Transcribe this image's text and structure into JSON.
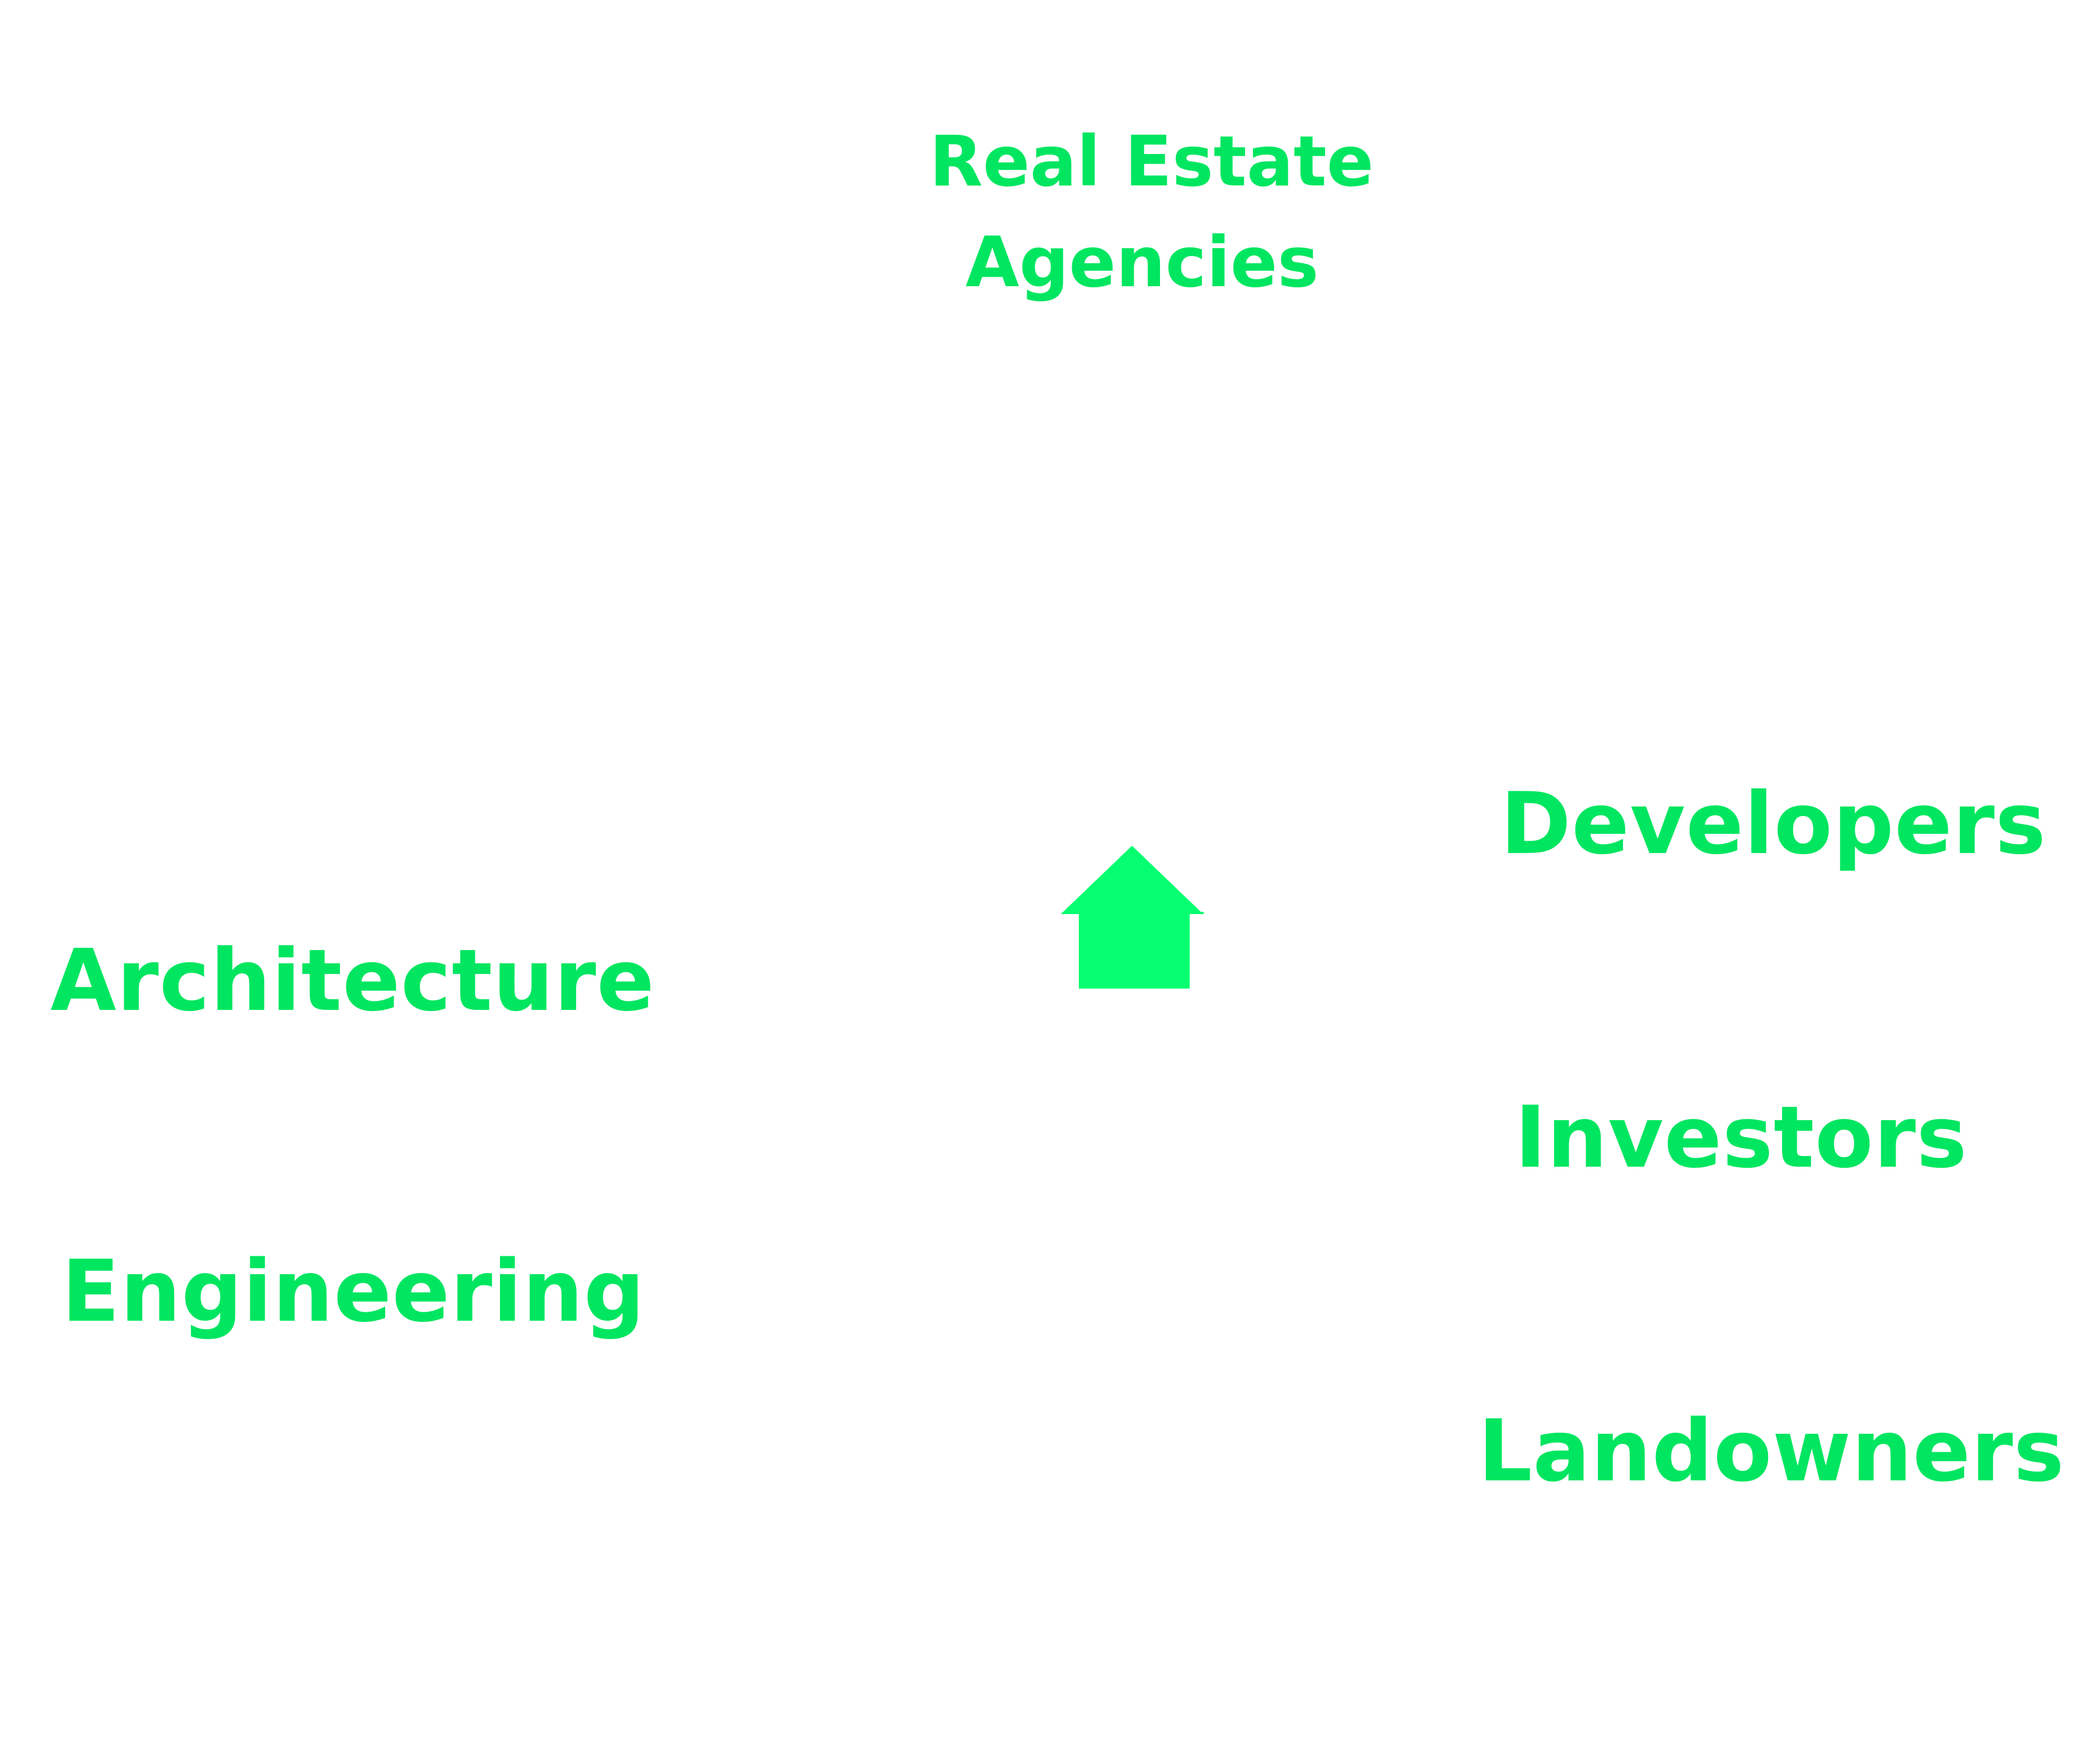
{
  "colors": {
    "text": "#00e660",
    "icon": "#05ff70",
    "background": "#ffffff"
  },
  "center": {
    "icon": "house-icon"
  },
  "top_node": {
    "line1": "Real Estate",
    "line2": "Agencies"
  },
  "right_nodes": {
    "developers": "Developers",
    "investors": "Investors",
    "landowners": "Landowners"
  },
  "left_nodes": {
    "architecture": "Architecture",
    "engineering": "Engineering"
  }
}
